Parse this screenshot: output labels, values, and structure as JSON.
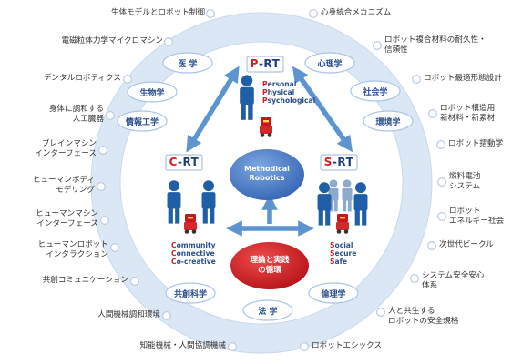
{
  "center": {
    "methodical": [
      "Methodical",
      "Robotics"
    ],
    "cycle": [
      "理論と実践",
      "の循環"
    ]
  },
  "p_rt": {
    "title_red": "P",
    "title_rest": "-RT",
    "lines": [
      {
        "red": "P",
        "rest": "ersonal"
      },
      {
        "red": "P",
        "rest": "hysical"
      },
      {
        "red": "P",
        "rest": "sychological"
      }
    ]
  },
  "c_rt": {
    "title_red": "C",
    "title_rest": "-RT",
    "lines": [
      {
        "red": "C",
        "rest": "ommunity"
      },
      {
        "red": "C",
        "rest": "onnective"
      },
      {
        "red": "C",
        "rest": "o-creative"
      }
    ]
  },
  "s_rt": {
    "title_red": "S",
    "title_rest": "-RT",
    "lines": [
      {
        "red": "S",
        "rest": "ocial"
      },
      {
        "red": "S",
        "rest": "ecure"
      },
      {
        "red": "S",
        "rest": "afe"
      }
    ]
  },
  "inner_fields": [
    "医 学",
    "生物学",
    "情報工学",
    "心理学",
    "社会学",
    "環境学",
    "共創科学",
    "法 学",
    "倫理学"
  ],
  "outer_left": [
    [
      "生体モデルとロボット制御"
    ],
    [
      "電磁粒体力学マイクロマシン"
    ],
    [
      "デンタルロボティクス"
    ],
    [
      "身体に調和する",
      "人工臓器"
    ],
    [
      "ブレインマシン",
      "インターフェース"
    ],
    [
      "ヒューマンボディ",
      "モデリング"
    ],
    [
      "ヒューマンマシン",
      "インターフェース"
    ],
    [
      "ヒューマンロボット",
      "インタラクション"
    ],
    [
      "共創コミュニケーション"
    ],
    [
      "人間機械調和環境"
    ],
    [
      "知能機械・人間協調機械"
    ]
  ],
  "outer_right": [
    [
      "心身統合メカニズム"
    ],
    [
      "ロボット複合材料の耐久性・",
      "信頼性"
    ],
    [
      "ロボット最適形態設計"
    ],
    [
      "ロボット構造用",
      "新材料・新素材"
    ],
    [
      "ロボット摺動学"
    ],
    [
      "燃料電池",
      "システム"
    ],
    [
      "ロボット",
      "エネルギー社会"
    ],
    [
      "次世代ビークル"
    ],
    [
      "システム安全安心",
      "体系"
    ],
    [
      "人と共生する",
      "ロボットの安全規格"
    ],
    [
      "ロボットエシックス"
    ]
  ],
  "colors": {
    "ring": "#d9e6f4",
    "arrow": "#5b94cf",
    "person": "#1f5fa8",
    "center": "#3f74c4",
    "cycle": "#c8141e",
    "rt_red": "#d02020"
  }
}
